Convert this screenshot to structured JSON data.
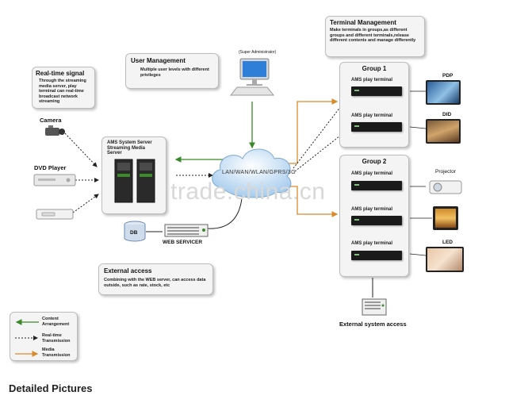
{
  "terminal_management": {
    "title": "Terminal Management",
    "desc": "Make terminals in groups,as different groups and different terminals,release different contents and manage differently"
  },
  "user_management": {
    "title": "User Management",
    "desc": "Multiple user levels with different privileges"
  },
  "super_admin": "(Super Administrator)",
  "realtime_signal": {
    "title": "Real-time signal",
    "desc": "Through the streaming media server, play terminal can real-time broadcast network streaming"
  },
  "camera": "Camera",
  "dvd_player": "DVD Player",
  "server": {
    "line1": "AMS System Server",
    "line2": "Streaming Media Server"
  },
  "cloud_label": "LAN/WAN/WLAN/GPRS/3G",
  "db": "DB",
  "web_servicer": "WEB SERVICER",
  "external_access": {
    "title": "External access",
    "desc": "Combining with the WEB server, can access data outside, such as rate, stock, etc"
  },
  "group1": {
    "title": "Group 1",
    "terminals": [
      "AMS play terminal",
      "AMS play terminal"
    ]
  },
  "group2": {
    "title": "Group 2",
    "terminals": [
      "AMS play terminal",
      "AMS play terminal",
      "AMS play terminal"
    ]
  },
  "devices": {
    "pdp": "PDP",
    "did": "DID",
    "projector": "Projector",
    "led": "LED"
  },
  "external_system_access": "External system access",
  "legend": {
    "content": "Content Arrangement",
    "realtime": "Real-time Transmission",
    "media": "Media Transmission"
  },
  "watermark": "trade.china.cn",
  "detailed_pictures": "Detailed Pictures",
  "colors": {
    "content_arrow": "#3a8a2a",
    "media_arrow": "#d98b2b",
    "realtime_arrow": "#333333"
  }
}
